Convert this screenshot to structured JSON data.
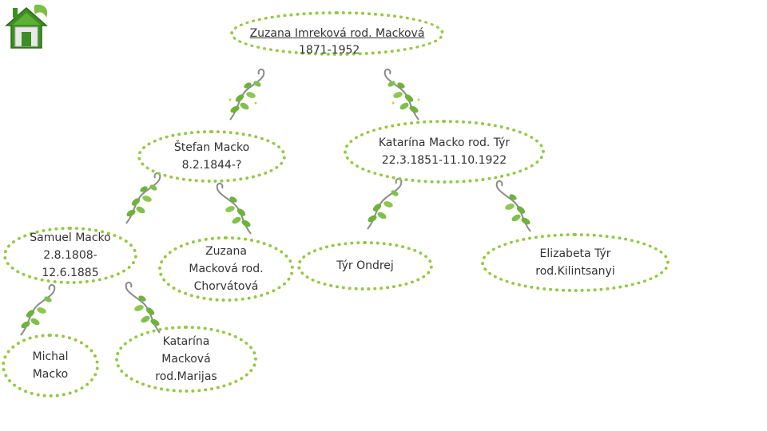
{
  "root": {
    "name": "Zuzana Imreková rod. Macková",
    "dates": "1871-1952"
  },
  "father": {
    "line1": "Štefan Macko",
    "line2": "8.2.1844-?"
  },
  "mother": {
    "line1": "Katarína Macko rod. Týr",
    "line2": "22.3.1851-11.10.1922"
  },
  "samuel": {
    "line1": "Samuel Macko",
    "line2": "2.8.1808-",
    "line3": "12.6.1885"
  },
  "zuzana_ch": {
    "line1": "Zuzana",
    "line2": "Macková rod.",
    "line3": "Chorvátová"
  },
  "tyr_ondrej": {
    "line1": "Týr Ondrej"
  },
  "elizabeta": {
    "line1": "Elizabeta Týr",
    "line2": "rod.Kilintsanyi"
  },
  "michal": {
    "line1": "Michal",
    "line2": "Macko"
  },
  "katarina_m": {
    "line1": "Katarína",
    "line2": "Macková",
    "line3": "rod.Marijas"
  },
  "colors": {
    "border": "#93c940",
    "leaf": "#6fb23a",
    "stem": "#8a8a8a",
    "house": "#4a9a2a"
  },
  "icons": {
    "home": "home-icon",
    "vine": "vine-icon"
  }
}
